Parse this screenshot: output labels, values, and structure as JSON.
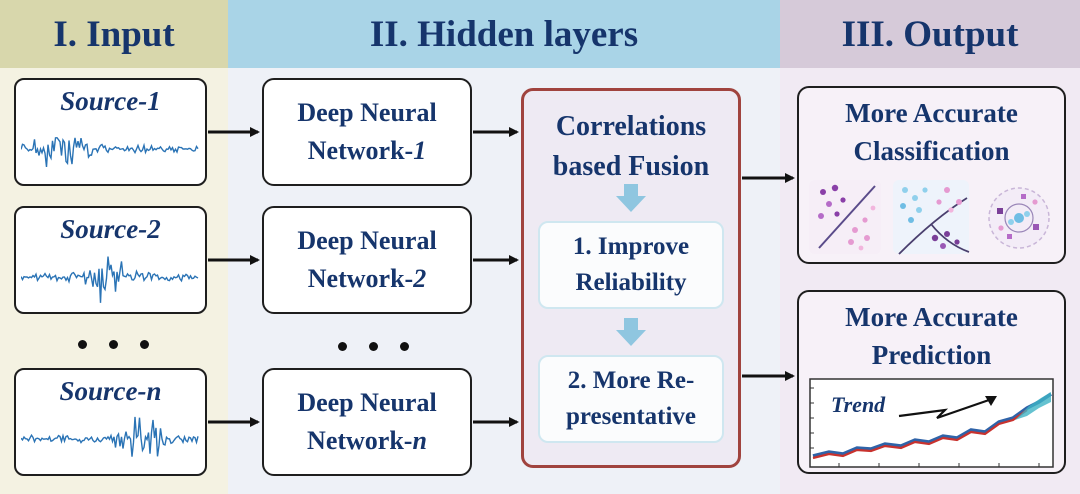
{
  "headers": {
    "input": "I. Input",
    "hidden": "II. Hidden layers",
    "output": "III. Output"
  },
  "sources": [
    {
      "prefix": "Source-",
      "index": "1"
    },
    {
      "prefix": "Source-",
      "index": "2"
    },
    {
      "prefix": "Source-",
      "index": "n"
    }
  ],
  "networks": [
    {
      "line1": "Deep Neural",
      "line2_prefix": "Network-",
      "index": "1"
    },
    {
      "line1": "Deep Neural",
      "line2_prefix": "Network-",
      "index": "2"
    },
    {
      "line1": "Deep Neural",
      "line2_prefix": "Network-",
      "index": "n"
    }
  ],
  "fusion": {
    "line1": "Correlations",
    "line2": "based Fusion",
    "steps": [
      {
        "line1": "1. Improve",
        "line2": "Reliability"
      },
      {
        "line1": "2. More Re-",
        "line2": "presentative"
      }
    ]
  },
  "outputs": {
    "classification": {
      "line1": "More Accurate",
      "line2": "Classification"
    },
    "prediction": {
      "line1": "More Accurate",
      "line2": "Prediction",
      "trend_label": "Trend"
    }
  },
  "colors": {
    "title_blue": "#16356c",
    "fusion_border": "#a0433e",
    "down_arrow": "#8fc6e0",
    "wave": "#2a73b5"
  }
}
